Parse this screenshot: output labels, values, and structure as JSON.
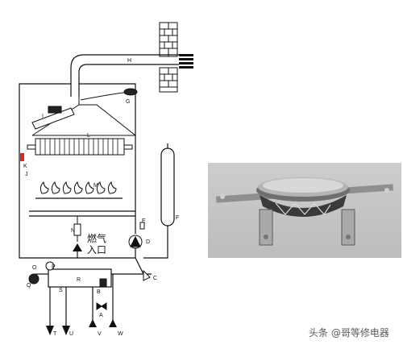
{
  "diagram": {
    "labels": {
      "H": "H",
      "I": "I",
      "G": "G",
      "L": "L",
      "K": "K",
      "J": "J",
      "M": "M",
      "N": "N",
      "E": "E",
      "D": "D",
      "F": "F",
      "O": "O",
      "P": "P",
      "Q": "Q",
      "R": "R",
      "S": "S",
      "B": "B",
      "A": "A",
      "C": "C",
      "T": "T",
      "U": "U",
      "V": "V",
      "W": "W"
    },
    "gas_inlet_line1": "燃气",
    "gas_inlet_line2": "入口"
  },
  "watermark": {
    "prefix": "头条 @",
    "handle": "哥等修电器"
  },
  "colors": {
    "line": "#1a1a1a",
    "sensor_red": "#d22b2b",
    "photo_bg": "#c4c4c4"
  }
}
